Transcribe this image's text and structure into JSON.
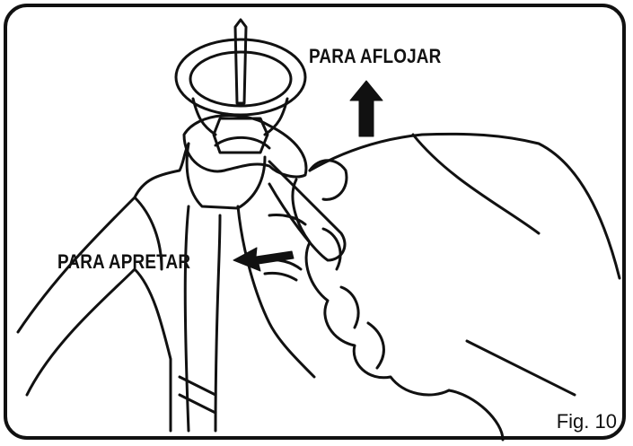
{
  "labels": {
    "loosen": "PARA AFLOJAR",
    "tighten": "PARA APRETAR"
  },
  "caption": "Fig. 10",
  "colors": {
    "ink": "#111111",
    "background": "#ffffff"
  },
  "icons": [
    "arrow-up-icon",
    "arrow-left-icon"
  ]
}
